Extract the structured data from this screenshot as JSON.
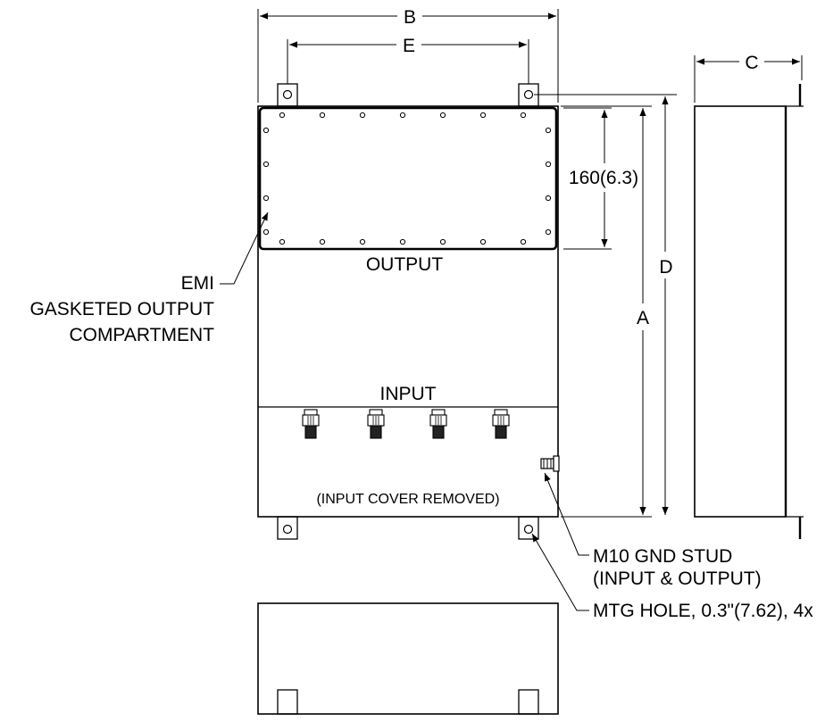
{
  "labels": {
    "dim_b": "B",
    "dim_e": "E",
    "dim_c": "C",
    "dim_d": "D",
    "dim_a": "A",
    "dim_160": "160(6.3)",
    "output": "OUTPUT",
    "input": "INPUT",
    "input_cover": "(INPUT COVER REMOVED)",
    "emi_line1": "EMI",
    "emi_line2": "GASKETED OUTPUT",
    "emi_line3": "COMPARTMENT",
    "gnd_line1": "M10 GND STUD",
    "gnd_line2": "(INPUT & OUTPUT)",
    "mtg_hole": "MTG HOLE, 0.3\"(7.62), 4x"
  },
  "colors": {
    "stroke": "#000000",
    "background": "#ffffff"
  }
}
